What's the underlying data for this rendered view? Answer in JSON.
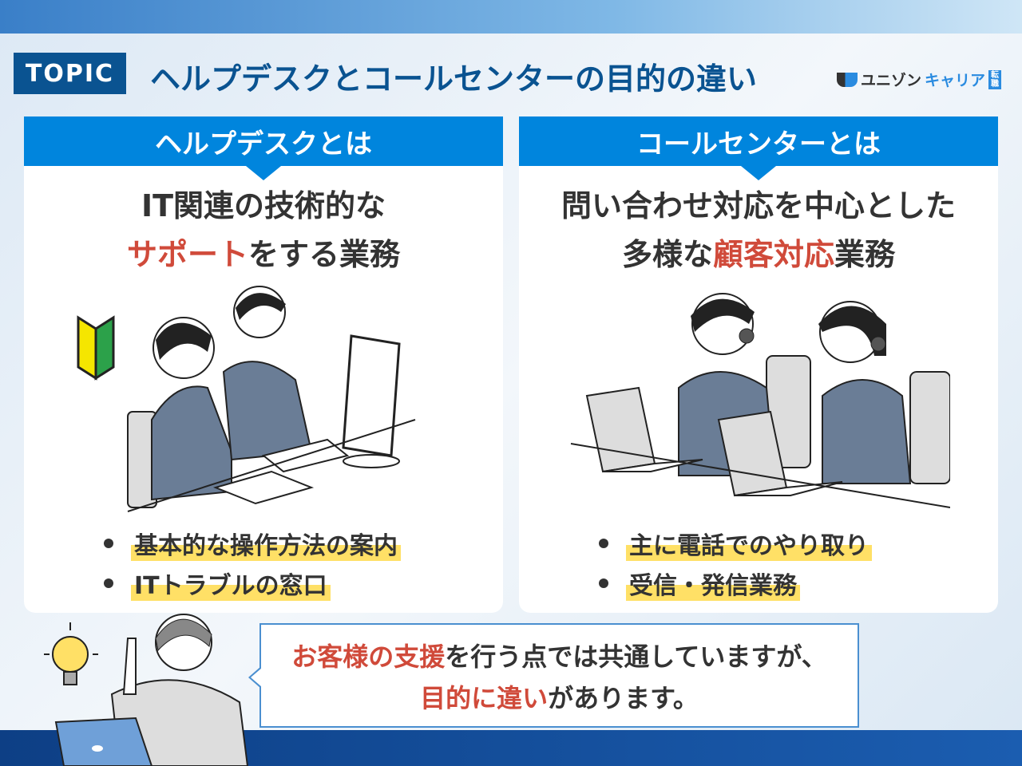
{
  "header": {
    "topic_label": "TOPIC",
    "title": "ヘルプデスクとコールセンターの目的の違い",
    "logo": {
      "text_a": "ユニゾン",
      "text_b": "キャリア",
      "tag": "転職"
    }
  },
  "cards": [
    {
      "heading": "ヘルプデスクとは",
      "lead_line1": "IT関連の技術的な",
      "lead_emph": "サポート",
      "lead_line2_rest": "をする業務",
      "bullets": [
        "基本的な操作方法の案内",
        "ITトラブルの窓口"
      ]
    },
    {
      "heading": "コールセンターとは",
      "lead_line1": "問い合わせ対応を中心とした",
      "lead_pre": "多様な",
      "lead_emph": "顧客対応",
      "lead_line2_rest": "業務",
      "bullets": [
        "主に電話でのやり取り",
        "受信・発信業務"
      ]
    }
  ],
  "note": {
    "emph1": "お客様の支援",
    "rest1": "を行う点では共通していますが、",
    "emph2": "目的に違い",
    "rest2": "があります。"
  },
  "colors": {
    "brand": "#0a5391",
    "header": "#0085dd",
    "emphasis": "#d04a3a",
    "highlight": "#ffe066"
  }
}
